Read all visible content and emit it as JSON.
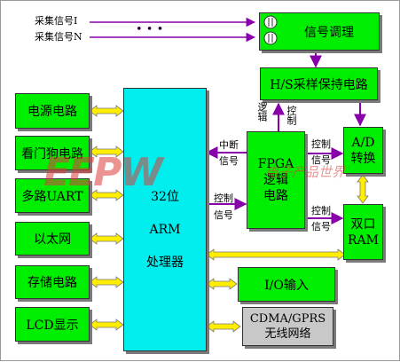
{
  "inputs": {
    "signal_first": "采集信号Ⅰ",
    "signal_last": "采集信号N",
    "ellipsis": "• • •"
  },
  "blocks": {
    "signal_conditioning": "信号调理",
    "sample_hold": "H/S采样保持电路",
    "fpga": [
      "FPGA",
      "逻辑",
      "电路"
    ],
    "ad": [
      "A/D",
      "转换"
    ],
    "dual_ram": [
      "双口",
      "RAM"
    ],
    "arm": [
      "32位",
      "ARM",
      "处理器"
    ],
    "io": "I/O输入",
    "cdma": [
      "CDMA/GPRS",
      "无线网络"
    ]
  },
  "left_blocks": [
    "电源电路",
    "看门狗电路",
    "多路UART",
    "以太网",
    "存储电路",
    "LCD显示"
  ],
  "signal_labels": {
    "logic": "逻辑",
    "control": "控制",
    "interrupt": "中断",
    "signal": "信号"
  },
  "watermark": {
    "logo": "EEPW",
    "text": "电子产品世界"
  },
  "colors": {
    "block_green": "#00ee00",
    "block_cyan": "#00eeee",
    "block_gray": "#c8c8c8",
    "arrow_purple": "#8800aa",
    "arrow_yellow": "#ffee00"
  }
}
